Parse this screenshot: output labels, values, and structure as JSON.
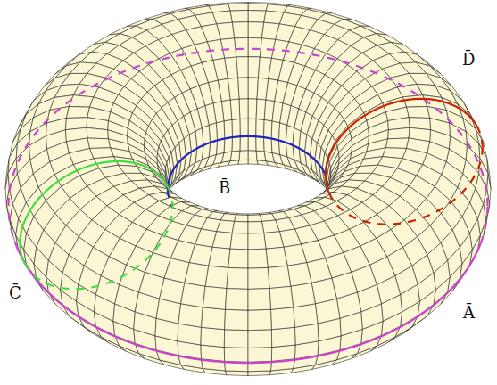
{
  "diagram": {
    "labels": [
      "D̄",
      "B̄",
      "C̄",
      "Ā"
    ]
  }
}
